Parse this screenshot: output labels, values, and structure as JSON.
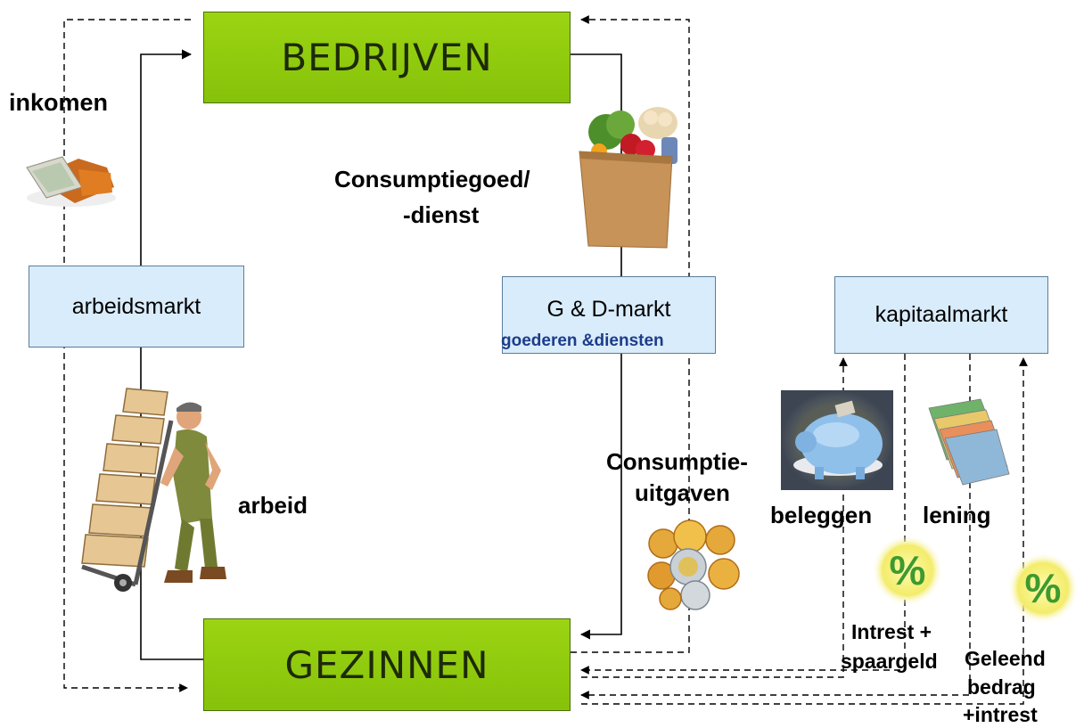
{
  "boxes": {
    "bedrijven": "BEDRIJVEN",
    "gezinnen": "GEZINNEN",
    "arbeidsmarkt": "arbeidsmarkt",
    "gd_markt": "G & D-markt",
    "gd_markt_sub": "goederen &diensten",
    "kapitaalmarkt": "kapitaalmarkt"
  },
  "labels": {
    "inkomen": "inkomen",
    "consumptiegoed_1": "Consumptiegoed/",
    "consumptiegoed_2": "-dienst",
    "arbeid": "arbeid",
    "consumptieuitgaven_1": "Consumptie-",
    "consumptieuitgaven_2": "uitgaven",
    "beleggen": "beleggen",
    "lening": "lening",
    "intrest_1": "Intrest +",
    "intrest_2": "spaargeld",
    "geleend_1": "Geleend",
    "geleend_2": "bedrag",
    "geleend_3": "+intrest",
    "percent_symbol": "%"
  },
  "icons": [
    "money-wallet-icon",
    "grocery-bag-icon",
    "worker-handtruck-icon",
    "coins-icon",
    "piggy-bank-icon",
    "banknotes-icon",
    "percent-icon"
  ],
  "colors": {
    "green_box": "#8cc70c",
    "blue_box": "#d9ecfb",
    "line": "#000000"
  }
}
